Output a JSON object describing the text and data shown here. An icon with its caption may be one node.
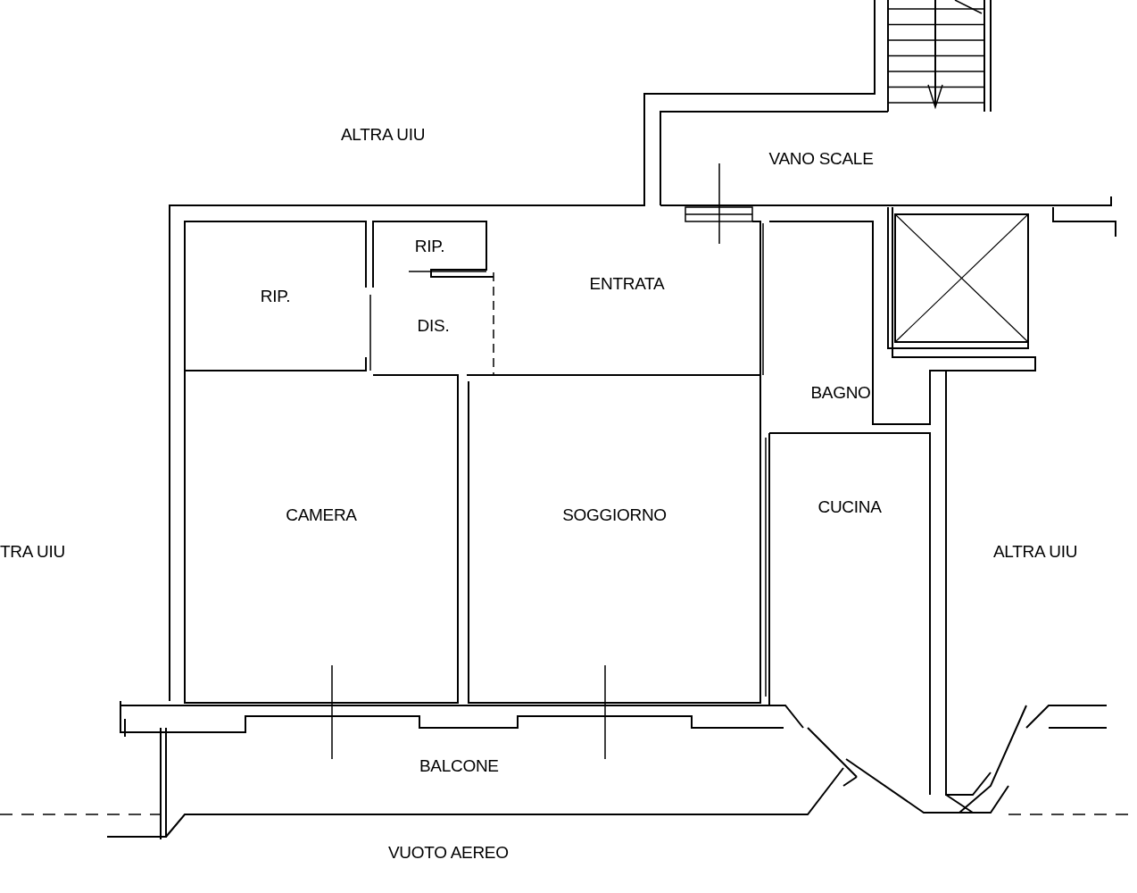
{
  "diagram": {
    "nodes": [
      {
        "text": [
          "VANO SCALE"
        ]
      },
      {
        "text": [
          "RIP."
        ]
      },
      {
        "text": [
          "RIP."
        ]
      },
      {
        "text": [
          "DIS."
        ]
      },
      {
        "text": [
          "ENTRATA"
        ]
      },
      {
        "text": [
          "BAGNO"
        ]
      },
      {
        "text": [
          "CAMERA"
        ]
      },
      {
        "text": [
          "SOGGIORNO"
        ]
      },
      {
        "text": [
          "CUCINA"
        ]
      }
    ],
    "labels": [
      "ALTRA UIU",
      "TRA UIU",
      "ALTRA UIU",
      "BALCONE",
      "VUOTO AEREO"
    ]
  }
}
